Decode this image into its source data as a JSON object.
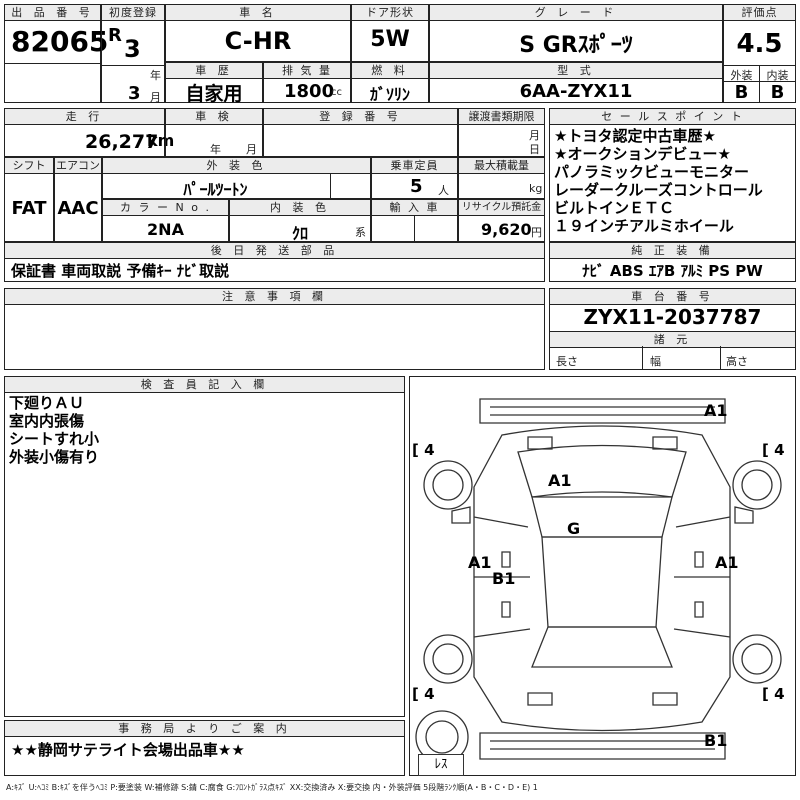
{
  "header": {
    "lot_no_label": "出 品 番 号",
    "lot_no": "82065",
    "first_reg_label": "初度登録",
    "era": "R",
    "year": "3",
    "year_unit": "年",
    "month": "3",
    "month_unit": "月",
    "car_name_label": "車 名",
    "car_name": "C-HR",
    "door_label": "ドア形状",
    "door": "5W",
    "grade_label": "グ レ ー ド",
    "grade": "S GRｽﾎﾟｰﾂ",
    "score_label": "評価点",
    "score": "4.5",
    "history_label": "車 歴",
    "history": "自家用",
    "displacement_label": "排 気 量",
    "displacement": "1800",
    "displacement_unit": "cc",
    "fuel_label": "燃 料",
    "fuel": "ｶﾞｿﾘﾝ",
    "model_label": "型 式",
    "model": "6AA-ZYX11",
    "exterior_label": "外装",
    "exterior": "B",
    "interior_label": "内装",
    "interior": "B"
  },
  "specs": {
    "mileage_label": "走 行",
    "mileage": "26,277",
    "mileage_unit": "km",
    "inspection_label": "車 検",
    "inspection_year_unit": "年",
    "inspection_month_unit": "月",
    "plate_label": "登 録 番 号",
    "transfer_label": "譲渡書類期限",
    "transfer_month_unit": "月",
    "transfer_day_unit": "日",
    "shift_label": "シフト",
    "shift": "FAT",
    "ac_label": "エアコン",
    "ac": "AAC",
    "color_label": "外 装 色",
    "color": "ﾊﾟｰﾙﾂｰﾄﾝ",
    "capacity_label": "乗車定員",
    "capacity": "5",
    "capacity_unit": "人",
    "max_load_label": "最大積載量",
    "max_load_unit": "kg",
    "color_no_label": "カ ラ ー N o .",
    "color_no": "2NA",
    "interior_color_label": "内 装 色",
    "interior_color": "ｸﾛ",
    "interior_color_unit": "系",
    "import_label": "輸 入 車",
    "recycle_label": "リサイクル預託金",
    "recycle": "9,620",
    "recycle_unit": "円"
  },
  "later_items": {
    "label": "後 日 発 送 部 品",
    "value": "保証書 車両取説 予備ｷｰ ﾅﾋﾞ取説"
  },
  "sales_points": {
    "label": "セ ー ル ス ポ イ ン ト",
    "items": [
      "★トヨタ認定中古車歴★",
      "★オークションデビュー★",
      "パノラミックビューモニター",
      "レーダークルーズコントロール",
      "ビルトインＥＴＣ",
      "１９インチアルミホイール"
    ]
  },
  "equipment": {
    "label": "純 正 装 備",
    "value": "ﾅﾋﾞ ABS ｴｱB ｱﾙﾐ PS PW"
  },
  "notes": {
    "label": "注 意 事 項 欄"
  },
  "chassis": {
    "label": "車 台 番 号",
    "value": "ZYX11-2037787"
  },
  "dimensions": {
    "label": "諸 元",
    "length_label": "長さ",
    "width_label": "幅",
    "height_label": "高さ"
  },
  "inspector": {
    "label": "検 査 員 記 入 欄",
    "lines": [
      "下廻りＡＵ",
      "室内内張傷",
      "シートすれ小",
      "外装小傷有り"
    ]
  },
  "office": {
    "label": "事 務 局 よ り ご 案 内",
    "value": "★★静岡サテライト会場出品車★★"
  },
  "diagram": {
    "marks": {
      "front_bumper": "A1",
      "hood": "A1",
      "roof": "G",
      "left_door": "A1",
      "left_door_b": "B1",
      "right_door": "A1",
      "rear_bumper": "B1",
      "tire_fl": "4",
      "tire_fr": "4",
      "tire_rl": "4",
      "tire_rr": "4"
    },
    "spare": "ﾚｽ"
  },
  "legend": "A:ｷｽﾞ U:ﾍｺﾐ B:ｷｽﾞを伴うﾍｺﾐ P:要塗装 W:補修跡 S:錆 C:腐食 G:ﾌﾛﾝﾄｶﾞﾗｽ点ｷｽﾞ XX:交換済み X:要交換 内・外装評価 5段階ﾗﾝｸ順(A・B・C・D・E) 1"
}
